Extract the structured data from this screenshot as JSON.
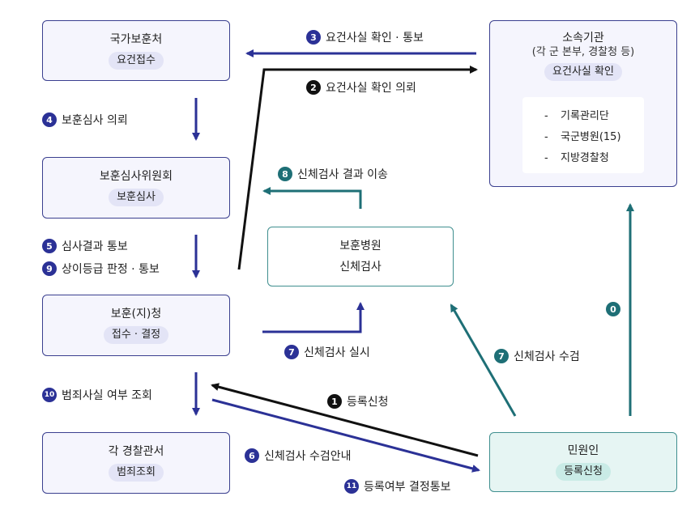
{
  "boxes": {
    "national": {
      "title": "국가보훈처",
      "pill": "요건접수"
    },
    "committee": {
      "title": "보훈심사위원회",
      "pill": "보훈심사"
    },
    "office": {
      "title": "보훈(지)청",
      "pill": "접수 · 결정"
    },
    "police": {
      "title": "각 경찰관서",
      "pill": "범죄조회"
    },
    "agency": {
      "title": "소속기관",
      "subtitle": "(각 군 본부, 경찰청 등)",
      "pill": "요건사실 확인",
      "items": [
        "기록관리단",
        "국군병원(15)",
        "지방경찰청"
      ],
      "dash": "-"
    },
    "hospital": {
      "title": "보훈병원",
      "subtitle": "신체검사"
    },
    "applicant": {
      "title": "민원인",
      "pill": "등록신청"
    }
  },
  "labels": {
    "l3": {
      "num": "3",
      "text": "요건사실 확인 · 통보"
    },
    "l2": {
      "num": "2",
      "text": "요건사실 확인 의뢰"
    },
    "l4": {
      "num": "4",
      "text": "보훈심사 의뢰"
    },
    "l8": {
      "num": "8",
      "text": "신체검사 결과 이송"
    },
    "l5": {
      "num": "5",
      "text": "심사결과 통보"
    },
    "l9": {
      "num": "9",
      "text": "상이등급 판정 · 통보"
    },
    "l7a": {
      "num": "7",
      "text": "신체검사 실시"
    },
    "l7b": {
      "num": "7",
      "text": "신체검사 수검"
    },
    "l0": {
      "num": "0",
      "text": ""
    },
    "l10": {
      "num": "10",
      "text": "범죄사실 여부 조회"
    },
    "l1": {
      "num": "1",
      "text": "등록신청"
    },
    "l6": {
      "num": "6",
      "text": "신체검사 수검안내"
    },
    "l11": {
      "num": "11",
      "text": "등록여부 결정통보"
    }
  },
  "colors": {
    "navy": "#2b3196",
    "black": "#111111",
    "teal": "#1e6f76"
  }
}
